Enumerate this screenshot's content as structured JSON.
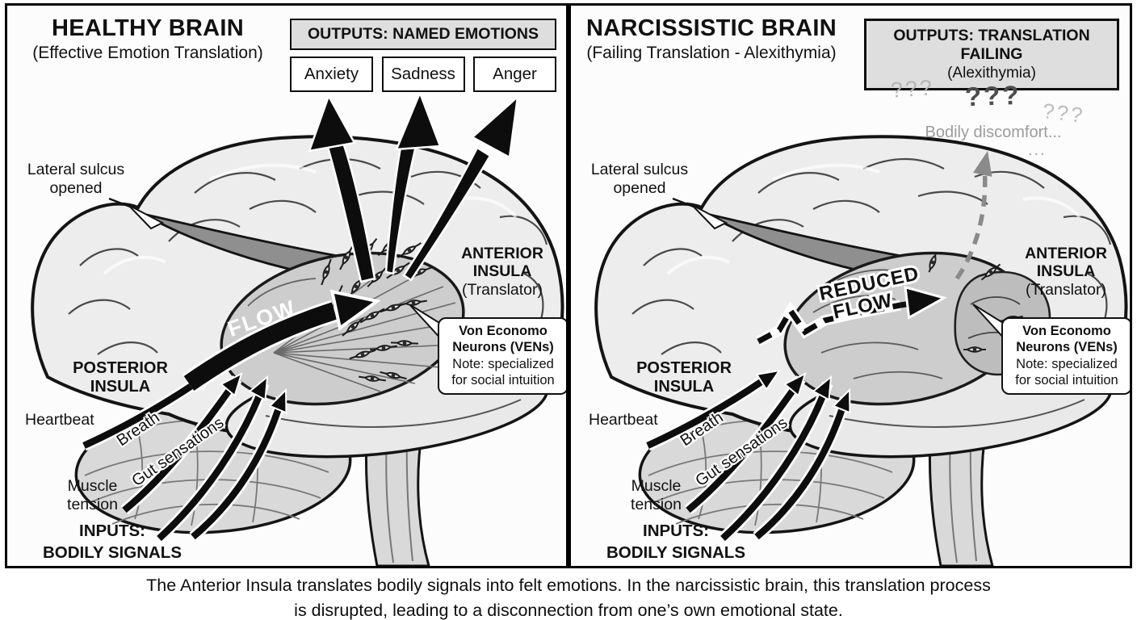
{
  "left_panel": {
    "title": "HEALTHY BRAIN",
    "subtitle": "(Effective Emotion Translation)",
    "outputs_header": "OUTPUTS: NAMED EMOTIONS",
    "emotions": [
      "Anxiety",
      "Sadness",
      "Anger"
    ],
    "flow_label": "FLOW",
    "labels": {
      "lateral_sulcus_line1": "Lateral sulcus",
      "lateral_sulcus_line2": "opened",
      "posterior_insula_line1": "POSTERIOR",
      "posterior_insula_line2": "INSULA",
      "anterior_insula_line1": "ANTERIOR",
      "anterior_insula_line2": "INSULA",
      "anterior_insula_line3": "(Translator)",
      "ven_line1": "Von Economo",
      "ven_line2": "Neurons (VENs)",
      "ven_line3": "Note: specialized",
      "ven_line4": "for social intuition",
      "heartbeat": "Heartbeat",
      "breath": "Breath",
      "gut": "Gut sensations",
      "muscle_line1": "Muscle",
      "muscle_line2": "tension",
      "inputs_line1": "INPUTS:",
      "inputs_line2": "BODILY SIGNALS"
    }
  },
  "right_panel": {
    "title": "NARCISSISTIC BRAIN",
    "subtitle": "(Failing Translation - Alexithymia)",
    "outputs_header": "OUTPUTS: TRANSLATION FAILING",
    "outputs_subheader": "(Alexithymia)",
    "flow_label_line1": "REDUCED",
    "flow_label_line2": "FLOW",
    "question_marks": [
      "???",
      "???",
      "???"
    ],
    "discomfort": "Bodily discomfort...",
    "ellipsis": "...",
    "labels": {
      "lateral_sulcus_line1": "Lateral sulcus",
      "lateral_sulcus_line2": "opened",
      "posterior_insula_line1": "POSTERIOR",
      "posterior_insula_line2": "INSULA",
      "anterior_insula_line1": "ANTERIOR",
      "anterior_insula_line2": "INSULA",
      "anterior_insula_line3": "(Translator)",
      "ven_line1": "Von Economo",
      "ven_line2": "Neurons (VENs)",
      "ven_line3": "Note: specialized",
      "ven_line4": "for social intuition",
      "heartbeat": "Heartbeat",
      "breath": "Breath",
      "gut": "Gut sensations",
      "muscle_line1": "Muscle",
      "muscle_line2": "tension",
      "inputs_line1": "INPUTS:",
      "inputs_line2": "BODILY SIGNALS"
    }
  },
  "caption": {
    "line1": "The Anterior Insula translates bodily signals into felt emotions. In the narcissistic brain, this translation process",
    "line2": "is disrupted, leading to a disconnection from one’s own emotional state."
  },
  "colors": {
    "ink": "#111111",
    "box_fill": "#dedede",
    "brain_light": "#ededed",
    "insula_gray": "#cdcdcd",
    "sulcus_dark": "#8f8f8f",
    "faded_gray": "#9c9c9c",
    "dashed_arrow_gray": "#8a8a8a"
  }
}
